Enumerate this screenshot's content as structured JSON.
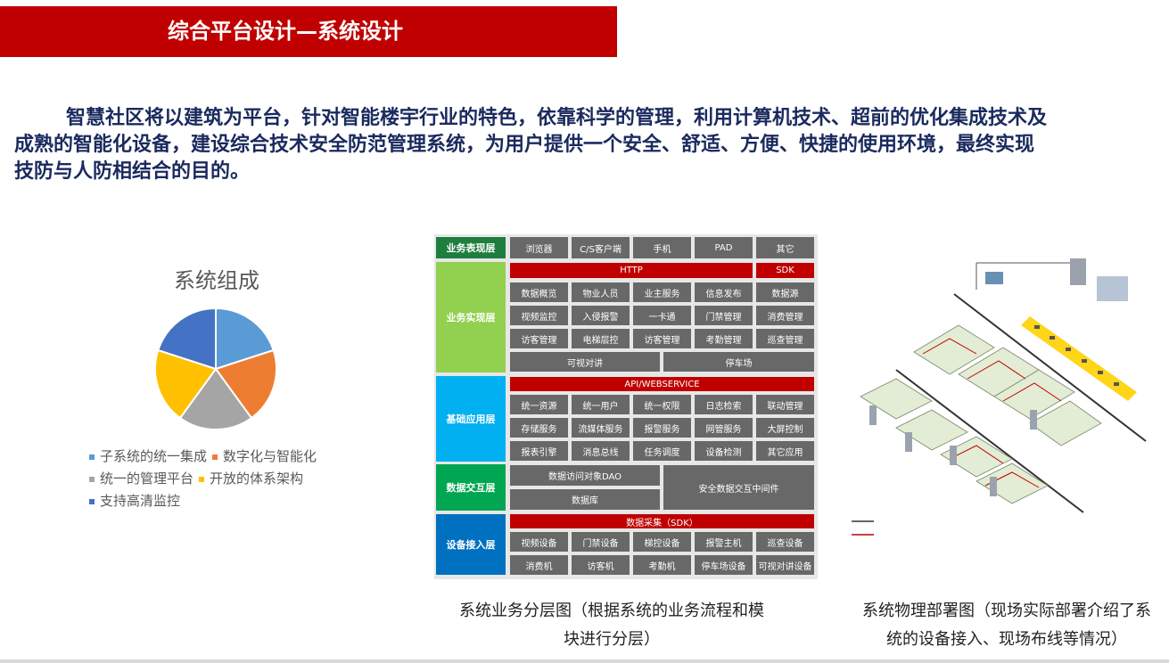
{
  "header": {
    "title": "综合平台设计—系统设计"
  },
  "intro": {
    "text": "智慧社区将以建筑为平台，针对智能楼宇行业的特色，依靠科学的管理，利用计算机技术、超前的优化集成技术及成熟的智能化设备，建设综合技术安全防范管理系统，为用户提供一个安全、舒适、方便、快捷的使用环境，最终实现技防与人防相结合的目的。"
  },
  "chart_data": {
    "type": "pie",
    "title": "系统组成",
    "categories": [
      "子系统的统一集成",
      "数字化与智能化",
      "统一的管理平台",
      "开放的体系架构",
      "支持高清监控"
    ],
    "values": [
      20,
      20,
      20,
      20,
      20
    ],
    "colors": [
      "#5b9bd5",
      "#ed7d31",
      "#a5a5a5",
      "#ffc000",
      "#4472c4"
    ],
    "legend_position": "bottom"
  },
  "arch": {
    "layers": [
      {
        "name": "业务表现层",
        "color": "#1e7e3e"
      },
      {
        "name": "业务实现层",
        "color": "#92d050"
      },
      {
        "name": "基础应用层",
        "color": "#00b0f0"
      },
      {
        "name": "数据交互层",
        "color": "#00a651"
      },
      {
        "name": "设备接入层",
        "color": "#0070c0"
      }
    ],
    "presentation": [
      "浏览器",
      "C/S客户端",
      "手机",
      "PAD",
      "其它"
    ],
    "http": "HTTP",
    "sdk": "SDK",
    "impl_rows": [
      [
        "数据概览",
        "物业人员",
        "业主服务",
        "信息发布",
        "数据源"
      ],
      [
        "视频监控",
        "入侵报警",
        "一卡通",
        "门禁管理",
        "消费管理"
      ],
      [
        "访客管理",
        "电梯层控",
        "访客管理",
        "考勤管理",
        "巡查管理"
      ]
    ],
    "impl_wide": [
      "可视对讲",
      "停车场"
    ],
    "api": "API/WEBSERVICE",
    "base_rows": [
      [
        "统一资源",
        "统一用户",
        "统一权限",
        "日志检索",
        "联动管理"
      ],
      [
        "存储服务",
        "流媒体服务",
        "报警服务",
        "网管服务",
        "大屏控制"
      ],
      [
        "报表引擎",
        "消息总线",
        "任务调度",
        "设备检测",
        "其它应用"
      ]
    ],
    "dao": "数据访问对象DAO",
    "db": "数据库",
    "middleware": "安全数据交互中间件",
    "collect": "数据采集（SDK）",
    "device_rows": [
      [
        "视频设备",
        "门禁设备",
        "梯控设备",
        "报警主机",
        "巡查设备"
      ],
      [
        "消费机",
        "访客机",
        "考勤机",
        "停车场设备",
        "可视对讲设备"
      ]
    ]
  },
  "captions": {
    "left_line1": "系统业务分层图（根据系统的业务流程和模",
    "left_line2": "块进行分层）",
    "right_line1": "系统物理部署图（现场实际部署介绍了系",
    "right_line2": "统的设备接入、现场布线等情况）"
  }
}
